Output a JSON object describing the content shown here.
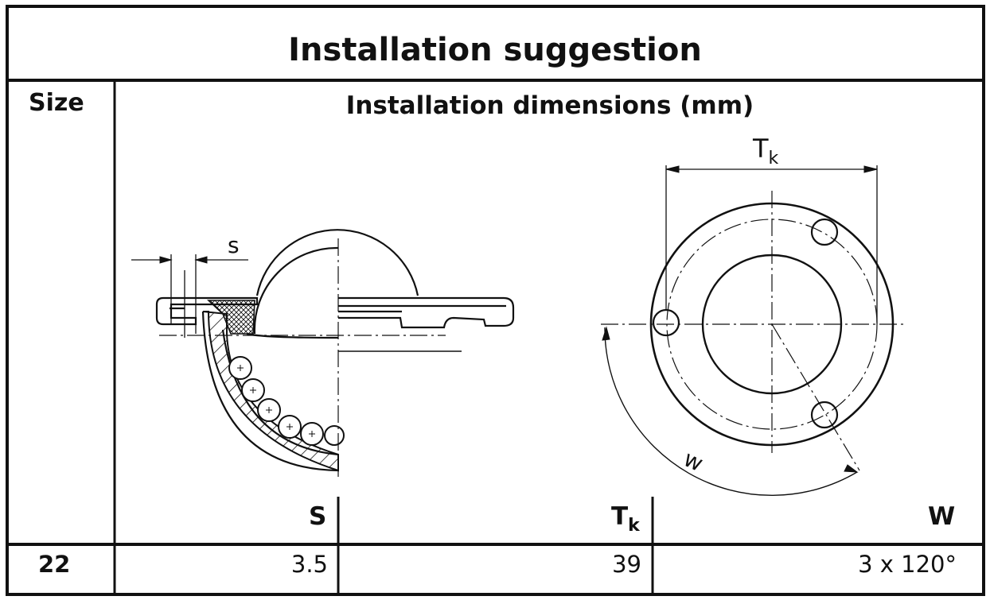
{
  "table": {
    "title": "Installation suggestion",
    "size_header": "Size",
    "dimensions_header": "Installation dimensions (mm)",
    "columns": {
      "s": "S",
      "tk_main": "T",
      "tk_sub": "k",
      "w": "W"
    },
    "row": {
      "size": "22",
      "s": "3.5",
      "tk": "39",
      "w": "3 x 120°"
    }
  },
  "drawing": {
    "s_label": "s",
    "tk_main": "T",
    "tk_sub": "k",
    "w_label": "w"
  }
}
